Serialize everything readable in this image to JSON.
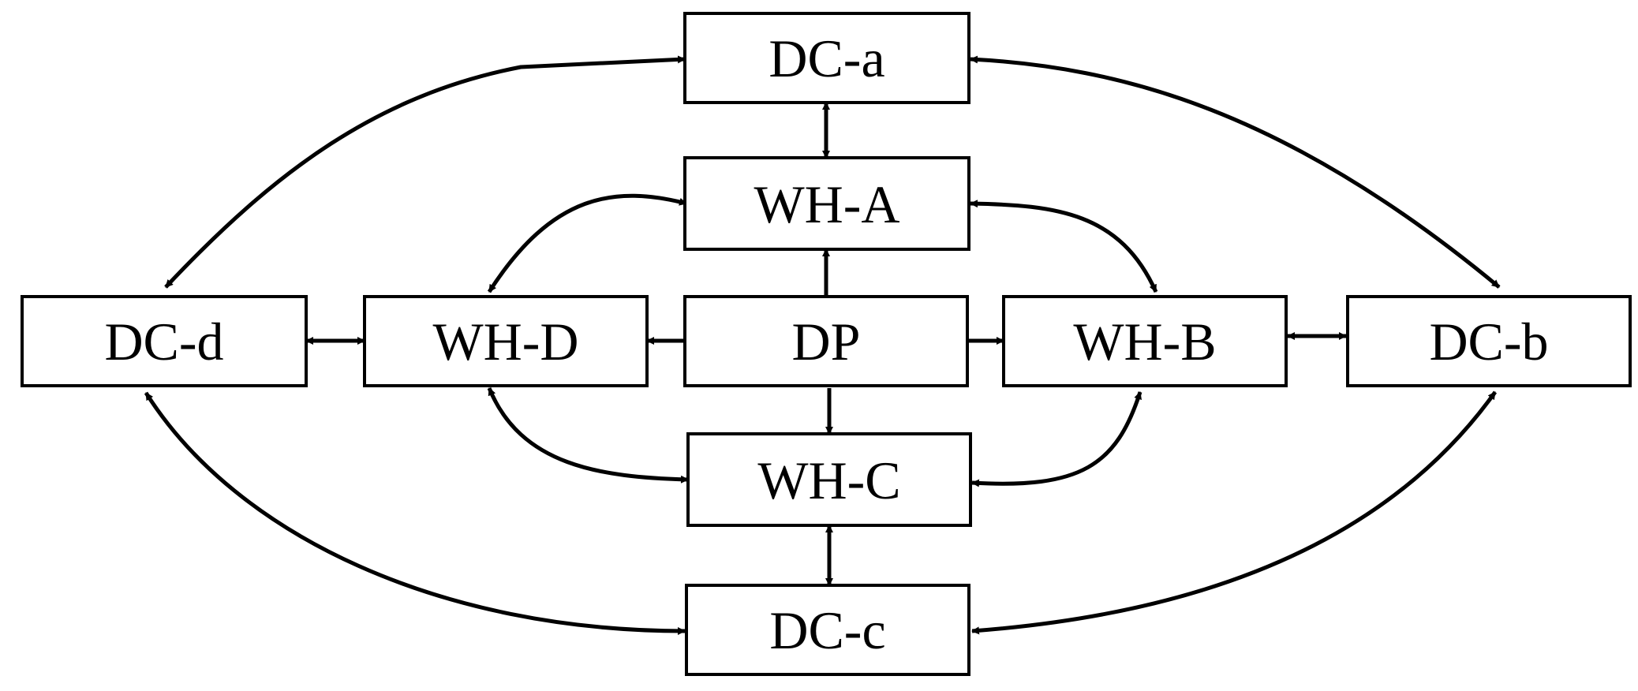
{
  "nodes": {
    "dc_a": {
      "label": "DC-a"
    },
    "wh_a": {
      "label": "WH-A"
    },
    "dc_d": {
      "label": "DC-d"
    },
    "wh_d": {
      "label": "WH-D"
    },
    "dp": {
      "label": "DP"
    },
    "wh_b": {
      "label": "WH-B"
    },
    "dc_b": {
      "label": "DC-b"
    },
    "wh_c": {
      "label": "WH-C"
    },
    "dc_c": {
      "label": "DC-c"
    }
  },
  "edges": [
    {
      "from": "dc_a",
      "to": "wh_a",
      "direction": "both"
    },
    {
      "from": "wh_c",
      "to": "dc_c",
      "direction": "both"
    },
    {
      "from": "dc_d",
      "to": "wh_d",
      "direction": "both"
    },
    {
      "from": "wh_b",
      "to": "dc_b",
      "direction": "both"
    },
    {
      "from": "dp",
      "to": "wh_a",
      "direction": "forward"
    },
    {
      "from": "dp",
      "to": "wh_c",
      "direction": "forward"
    },
    {
      "from": "dp",
      "to": "wh_d",
      "direction": "forward"
    },
    {
      "from": "dp",
      "to": "wh_b",
      "direction": "forward"
    },
    {
      "from": "wh_a",
      "to": "wh_d",
      "direction": "both"
    },
    {
      "from": "wh_a",
      "to": "wh_b",
      "direction": "both"
    },
    {
      "from": "wh_d",
      "to": "wh_c",
      "direction": "both"
    },
    {
      "from": "wh_b",
      "to": "wh_c",
      "direction": "both"
    },
    {
      "from": "dc_d",
      "to": "dc_a",
      "direction": "both"
    },
    {
      "from": "dc_a",
      "to": "dc_b",
      "direction": "both"
    },
    {
      "from": "dc_d",
      "to": "dc_c",
      "direction": "both"
    },
    {
      "from": "dc_b",
      "to": "dc_c",
      "direction": "both"
    }
  ]
}
